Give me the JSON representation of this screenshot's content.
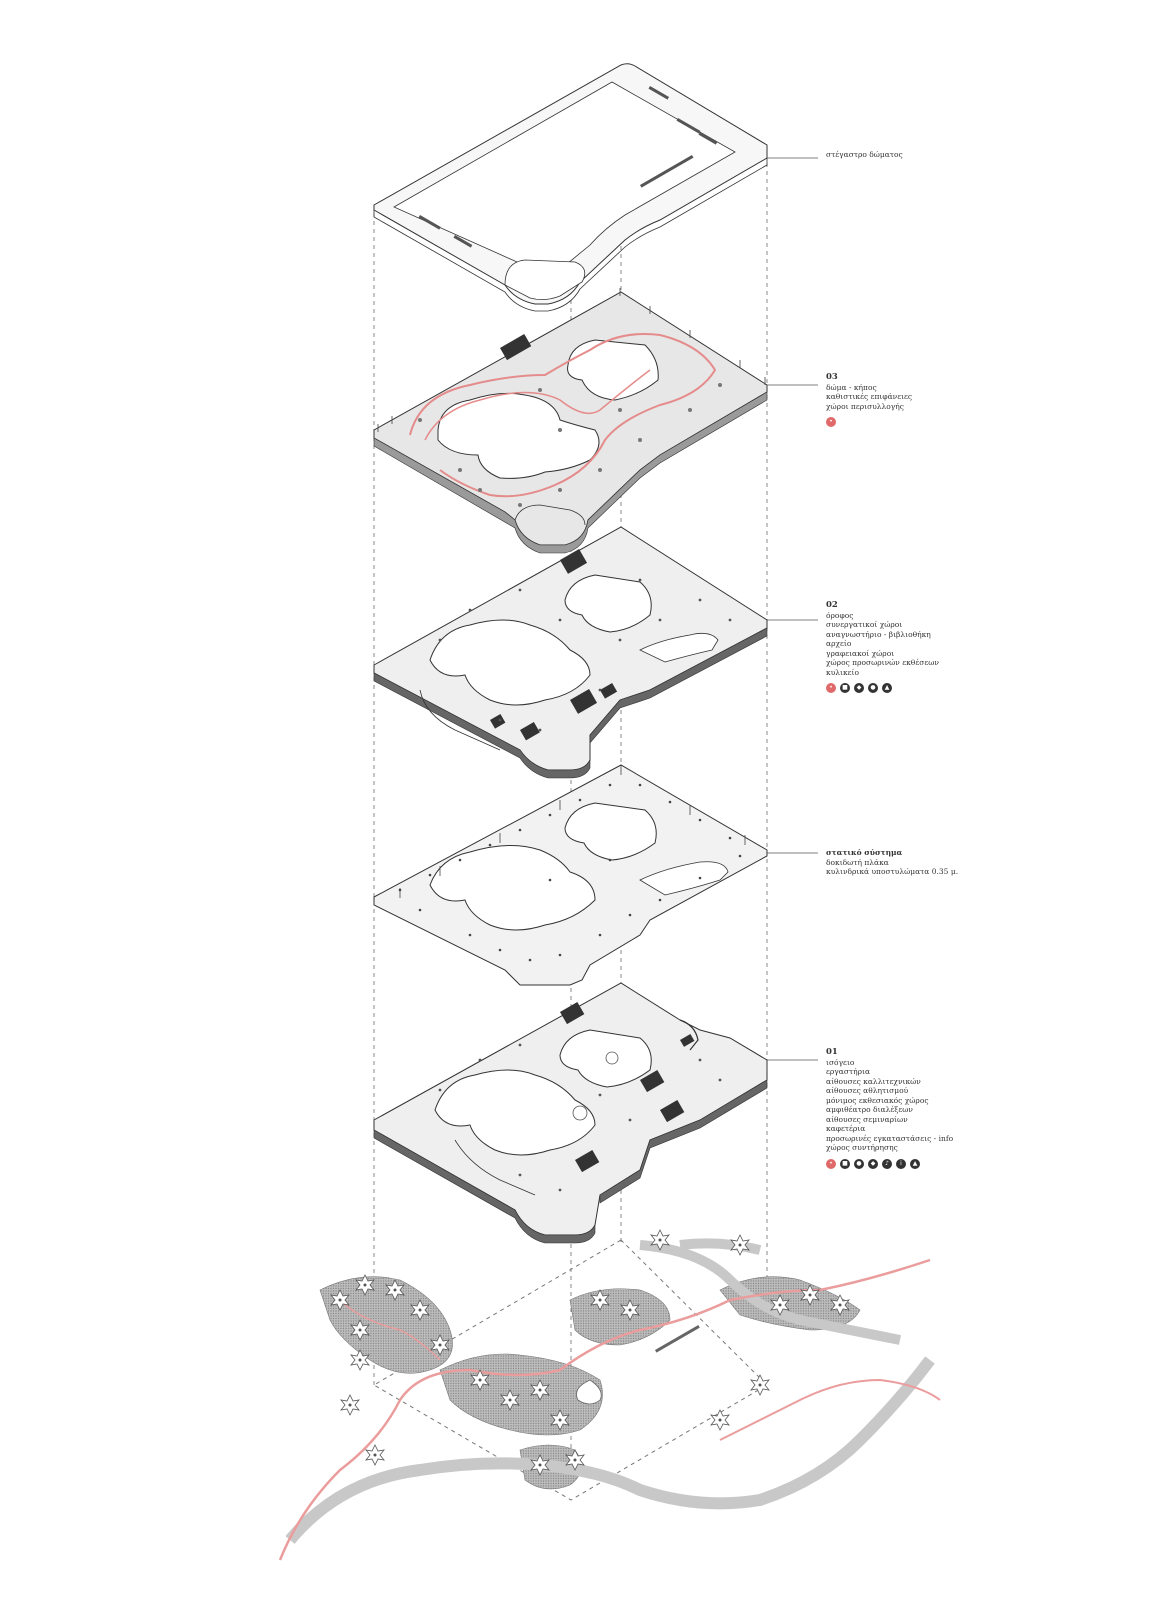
{
  "accent": "#e06a6a",
  "ink": "#333333",
  "layers": {
    "roof": {
      "title": "στέγαστρο δώματος"
    },
    "garden": {
      "number": "03",
      "title": "δώμα - κήπος",
      "items": [
        "καθιστικές επιφάνειες",
        "χώροι περισυλλογής"
      ],
      "icons": [
        "sun-icon"
      ]
    },
    "floor": {
      "number": "02",
      "title": "όροφος",
      "items": [
        "συνεργατικοί χώροι",
        "αναγνωστήριο - βιβλιοθήκη",
        "αρχείο",
        "γραφειακοί χώροι",
        "χώρος προσωρινών εκθέσεων",
        "κυλικείο"
      ],
      "icons": [
        "sun-icon",
        "book-icon",
        "cup-icon",
        "people-icon",
        "wc-icon"
      ]
    },
    "structure": {
      "title": "στατικό σύστημα",
      "items": [
        "δοκιδωτή πλάκα",
        "κυλινδρικά υποστυλώματα 0.35 μ."
      ]
    },
    "ground": {
      "number": "01",
      "title": "ισόγειο",
      "items": [
        "εργαστήρια",
        "αίθουσες καλλιτεχνικών",
        "αίθουσες αθλητισμού",
        "μόνιμος εκθεσιακός χώρος",
        "αμφιθέατρο διαλέξεων",
        "αίθουσες σεμιναρίων",
        "καφετέρια",
        "προσωρινές εγκαταστάσεις - info",
        "χώρος συντήρησης"
      ],
      "icons": [
        "sun-icon",
        "book-icon",
        "people-icon",
        "cup-icon",
        "music-icon",
        "info-icon",
        "wc-icon"
      ]
    }
  }
}
